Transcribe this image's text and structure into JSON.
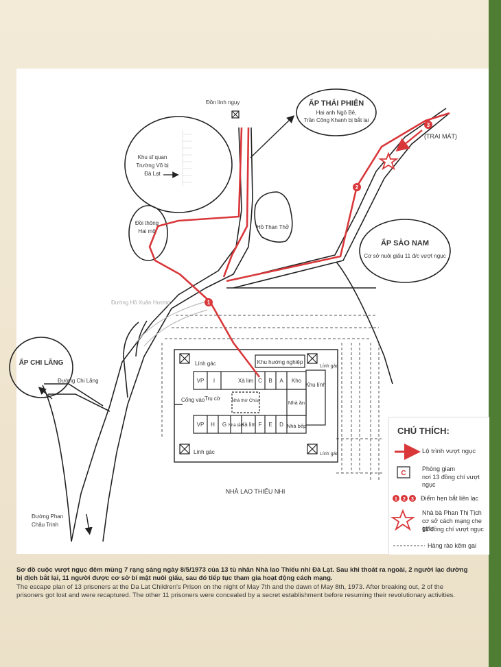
{
  "map": {
    "places": {
      "ap_thai_phien_title": "ẤP THÁI PHIÊN",
      "ap_thai_phien_note_1": "Hai anh Ngô Bê,",
      "ap_thai_phien_note_2": "Trần Công Khanh bị bắt lại",
      "trai_mat": "(TRAI MÁT)",
      "don_linh_nguy": "Đồn lính ngụy",
      "khu_si_quan_1": "Khu sĩ quan",
      "khu_si_quan_2": "Trường Võ bị",
      "khu_si_quan_3": "Đà Lạt",
      "doi_thong_1": "Đồi thông",
      "doi_thong_2": "Hai mộ",
      "ho_than_tho": "Hồ Than Thở",
      "ap_sao_nam_title": "ẤP SÀO NAM",
      "ap_sao_nam_note": "Cơ sở nuôi giấu 11 đ/c vượt ngục",
      "duong_ho_xuan_huong": "Đường Hồ Xuân Hương",
      "ap_chi_lang": "ẤP CHI LĂNG",
      "duong_chi_lang": "Đường Chi Lăng",
      "duong_phan_chu_trinh_1": "Đường Phan",
      "duong_phan_chu_trinh_2": "Châu Trinh",
      "nha_lao_thieu_nhi": "NHÀ LAO THIẾU NHI"
    },
    "prison": {
      "linh_gac": "Lính gác",
      "khu_huong_nghiep": "Khu hướng nghiệp",
      "khu_linh": "Khu lính",
      "cong_vao": "Cổng vào",
      "tru_co": "Trụ cờ",
      "nha_tho_chua": "Nhà thờ Chúa",
      "top_row": [
        "VP",
        "I",
        "Xà lim",
        "C",
        "B",
        "A",
        "Kho"
      ],
      "bottom_row": [
        "VP",
        "H",
        "G",
        "Nhà tắm",
        "Xà lim",
        "F",
        "E",
        "D"
      ],
      "nha_an": "Nhà ăn",
      "nha_bep": "Nhà bếp"
    },
    "markers": [
      "1",
      "2",
      "3"
    ],
    "colors": {
      "route": "#d9373a",
      "line": "#222222"
    }
  },
  "legend": {
    "title": "CHÚ THÍCH:",
    "route": "Lộ trình vượt ngục",
    "cell_symbol": "C",
    "cell_1": "Phòng giam",
    "cell_2": "nơi 13 đồng chí vượt ngục",
    "points_symbols": [
      "1",
      "2",
      "3"
    ],
    "points": "Điểm hẹn bắt liên lạc",
    "star_1": "Nhà bà Phan Thị Tịch",
    "star_2": "cơ sở cách mạng che giấu",
    "star_3": "11 đồng chí vượt ngục",
    "wire": "Hàng rào kẽm gai"
  },
  "caption": {
    "vn": "Sơ đồ cuộc vượt ngục đêm mùng 7 rạng sáng ngày 8/5/1973 của 13 tù nhân Nhà lao Thiếu nhi Đà Lạt. Sau khi thoát ra ngoài, 2 người lạc đường bị địch bắt lại, 11 người được cơ sở bí mật nuôi giấu, sau đó tiếp tục tham gia hoạt động cách mạng.",
    "en": "The escape plan of 13 prisoners at the Da Lat Children's Prison on the night of May 7th and the dawn of May 8th, 1973. After breaking out, 2 of the prisoners got lost and were recaptured. The other 11 prisoners were concealed by a secret establishment before resuming their revolutionary activities."
  }
}
